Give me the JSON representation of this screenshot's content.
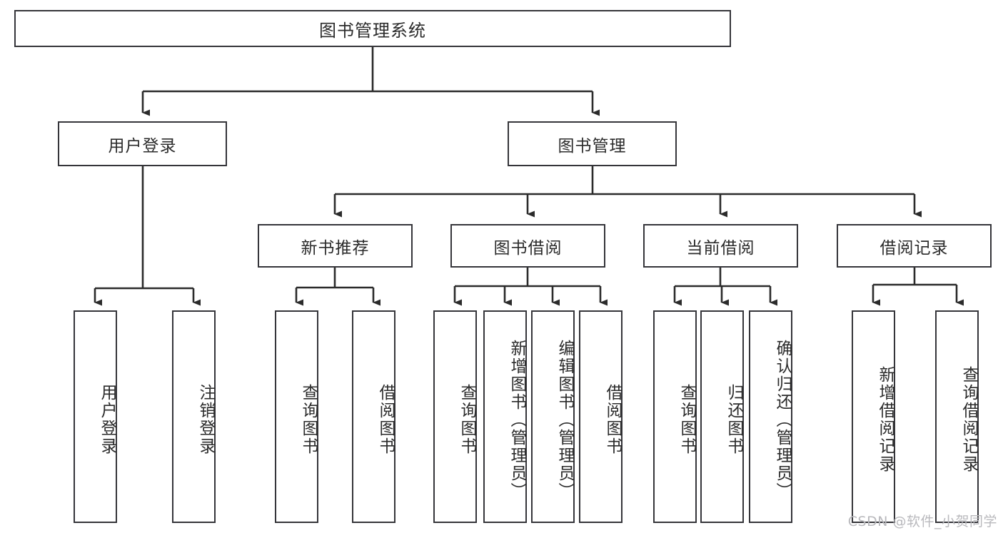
{
  "diagram": {
    "title": "图书管理系统",
    "type": "hierarchy-tree",
    "watermark": "CSDN @软件_小贺同学",
    "colors": {
      "box_border": "#35353a",
      "box_fill": "#ffffff",
      "connector": "#2b2b2b",
      "text": "#2b2b2b",
      "watermark": "#b9b9bd"
    },
    "levels": {
      "level1": [
        {
          "id": "root",
          "label": "图书管理系统",
          "orientation": "horizontal"
        }
      ],
      "level2": [
        {
          "id": "user-login",
          "label": "用户登录",
          "orientation": "horizontal"
        },
        {
          "id": "book-manage",
          "label": "图书管理",
          "orientation": "horizontal"
        }
      ],
      "level3": [
        {
          "id": "new-book-recommend",
          "label": "新书推荐",
          "orientation": "horizontal",
          "parent": "book-manage"
        },
        {
          "id": "book-borrow",
          "label": "图书借阅",
          "orientation": "horizontal",
          "parent": "book-manage"
        },
        {
          "id": "current-borrow",
          "label": "当前借阅",
          "orientation": "horizontal",
          "parent": "book-manage"
        },
        {
          "id": "borrow-record",
          "label": "借阅记录",
          "orientation": "horizontal",
          "parent": "book-manage"
        }
      ],
      "level4": [
        {
          "id": "leaf-user-login",
          "label": "用户登录",
          "orientation": "vertical",
          "parent": "user-login"
        },
        {
          "id": "leaf-logout-login",
          "label": "注销登录",
          "orientation": "vertical",
          "parent": "user-login"
        },
        {
          "id": "leaf-query-book-1",
          "label": "查询图书",
          "orientation": "vertical",
          "parent": "new-book-recommend"
        },
        {
          "id": "leaf-borrow-book-1",
          "label": "借阅图书",
          "orientation": "vertical",
          "parent": "new-book-recommend"
        },
        {
          "id": "leaf-query-book-2",
          "label": "查询图书",
          "orientation": "vertical",
          "parent": "book-borrow"
        },
        {
          "id": "leaf-add-book",
          "label": "新增图书（管理员）",
          "orientation": "vertical",
          "parent": "book-borrow"
        },
        {
          "id": "leaf-edit-book",
          "label": "编辑图书（管理员）",
          "orientation": "vertical",
          "parent": "book-borrow"
        },
        {
          "id": "leaf-borrow-book-2",
          "label": "借阅图书",
          "orientation": "vertical",
          "parent": "book-borrow"
        },
        {
          "id": "leaf-query-book-3",
          "label": "查询图书",
          "orientation": "vertical",
          "parent": "current-borrow"
        },
        {
          "id": "leaf-return-book",
          "label": "归还图书",
          "orientation": "vertical",
          "parent": "current-borrow"
        },
        {
          "id": "leaf-confirm-return",
          "label": "确认归还（管理员）",
          "orientation": "vertical",
          "parent": "current-borrow"
        },
        {
          "id": "leaf-add-record",
          "label": "新增借阅记录",
          "orientation": "vertical",
          "parent": "borrow-record"
        },
        {
          "id": "leaf-query-record",
          "label": "查询借阅记录",
          "orientation": "vertical",
          "parent": "borrow-record"
        }
      ]
    }
  }
}
